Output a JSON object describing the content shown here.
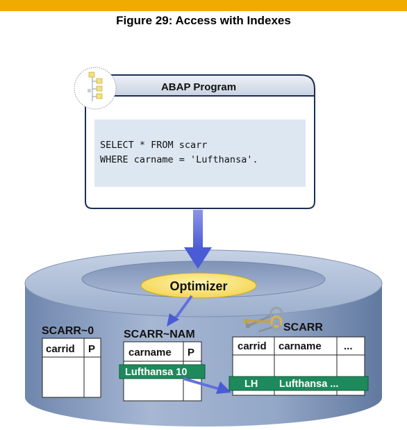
{
  "title": "Figure 29: Access with Indexes",
  "program": {
    "header": "ABAP Program",
    "code_line1": "SELECT * FROM scarr",
    "code_line2": "WHERE carname = 'Lufthansa'."
  },
  "optimizer": "Optimizer",
  "index_primary": {
    "name": "SCARR~0",
    "col1": "carrid",
    "col2": "P"
  },
  "index_secondary": {
    "name": "SCARR~NAM",
    "col1": "carname",
    "col2": "P",
    "highlight": "Lufthansa 10"
  },
  "table": {
    "name": "SCARR",
    "col1": "carrid",
    "col2": "carname",
    "col3": "...",
    "row_key": "LH",
    "row_name": "Lufthansa ..."
  },
  "colors": {
    "accent_bar": "#f0ab00",
    "cylinder": "#8fa3c5",
    "optimizer": "#f9e07a",
    "highlight_row": "#1e8a5c",
    "arrow": "#5f6fdc"
  }
}
